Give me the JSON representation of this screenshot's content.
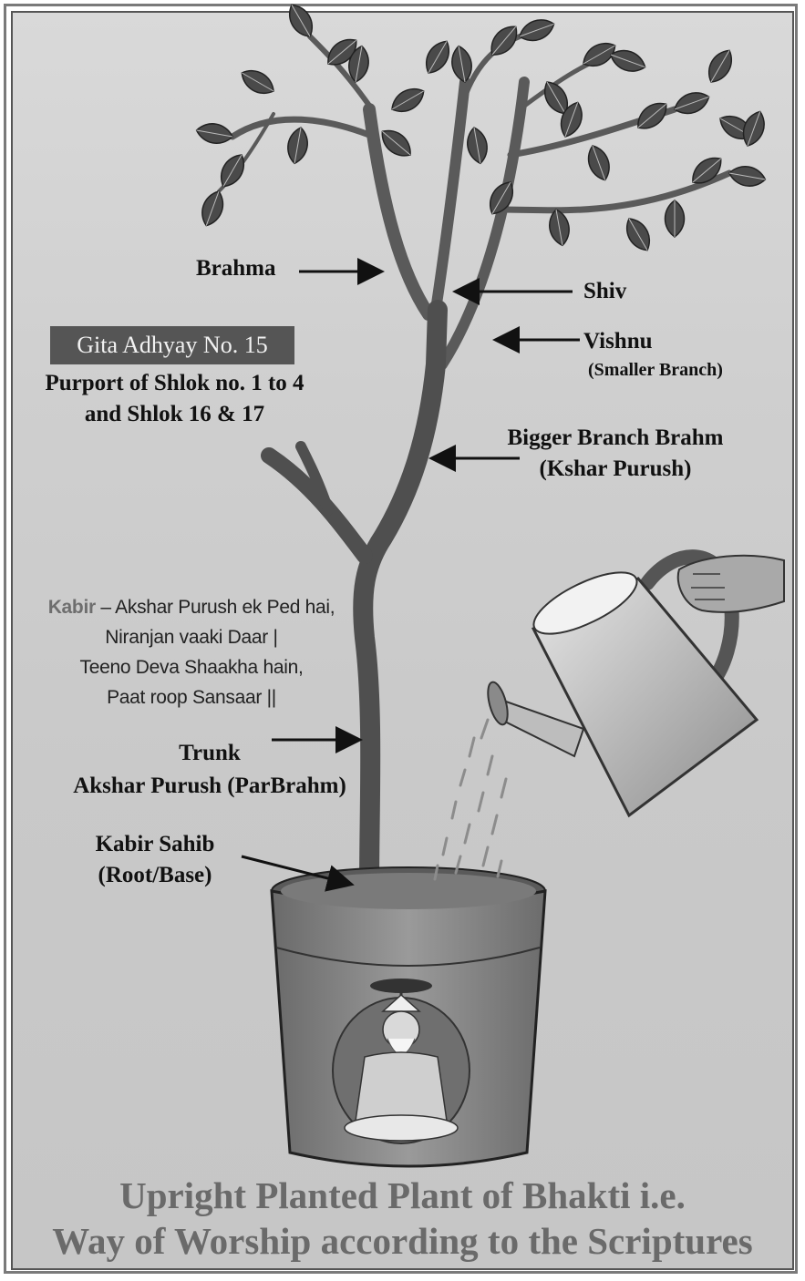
{
  "labels": {
    "brahma": "Brahma",
    "shiv": "Shiv",
    "vishnu": "Vishnu",
    "vishnu_note": "(Smaller Branch)",
    "bigger_branch": "Bigger Branch Brahm",
    "kshar": "(Kshar Purush)",
    "trunk": "Trunk",
    "akshar": "Akshar Purush (ParBrahm)",
    "kabir_sahib": "Kabir Sahib",
    "root": "(Root/Base)"
  },
  "gita": {
    "box": "Gita Adhyay No. 15",
    "line1": "Purport of Shlok no. 1 to 4",
    "line2": "and Shlok 16 & 17"
  },
  "couplet": {
    "kabir": "Kabir",
    "line1": " – Akshar Purush ek Ped hai,",
    "line2": "Niranjan vaaki Daar |",
    "line3": "Teeno Deva Shaakha hain,",
    "line4": "Paat roop Sansaar ||"
  },
  "title": {
    "line1": "Upright Planted Plant of Bhakti i.e.",
    "line2": "Way of Worship according to the Scriptures"
  },
  "colors": {
    "background": "#cfcfcf",
    "ink": "#111111",
    "title": "#6a6a6a",
    "box": "#555555"
  }
}
